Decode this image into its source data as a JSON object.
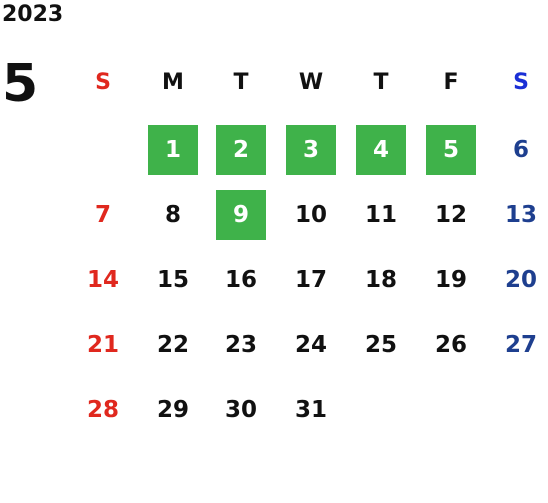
{
  "calendar": {
    "year": "2023",
    "month": "5",
    "weekdays": [
      "S",
      "M",
      "T",
      "W",
      "T",
      "F",
      "S"
    ],
    "first_weekday_index": 1,
    "days_in_month": 31,
    "highlighted_days": [
      1,
      2,
      3,
      4,
      5,
      9
    ],
    "colors": {
      "sunday": "#e0281e",
      "saturday_header": "#1a2fd6",
      "saturday": "#1e3f8f",
      "weekday": "#111111",
      "highlight_bg": "#3fb24a",
      "highlight_text": "#ffffff"
    }
  }
}
